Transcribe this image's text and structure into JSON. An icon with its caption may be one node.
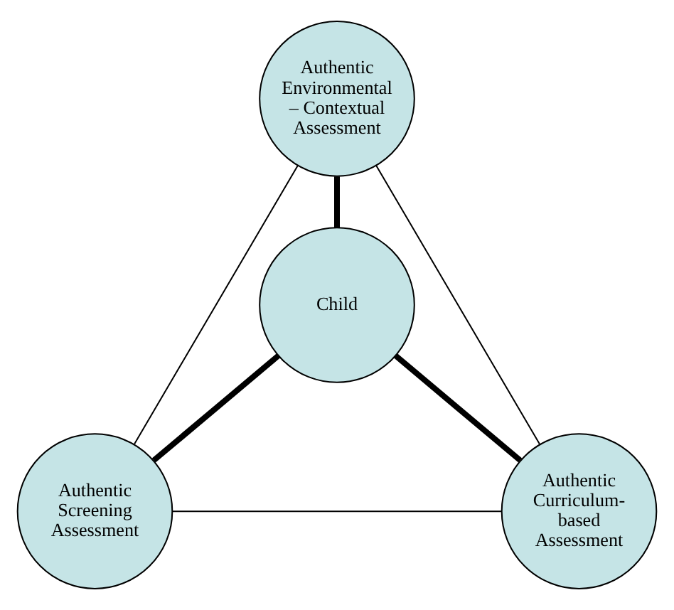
{
  "diagram": {
    "nodes": [
      {
        "text": [
          "Authentic Environmental – Contextual Assessment"
        ]
      },
      {
        "text": [
          "Child"
        ]
      },
      {
        "text": [
          "Authentic Screening Assessment"
        ]
      },
      {
        "text": [
          "Authentic Curriculum-based Assessment"
        ]
      }
    ],
    "edges": [
      {
        "from": 0,
        "to": 1,
        "arrow": "none",
        "style": "thick"
      },
      {
        "from": 1,
        "to": 2,
        "arrow": "none",
        "style": "thick"
      },
      {
        "from": 1,
        "to": 3,
        "arrow": "none",
        "style": "thick"
      },
      {
        "from": 0,
        "to": 2,
        "arrow": "none"
      },
      {
        "from": 0,
        "to": 3,
        "arrow": "none"
      },
      {
        "from": 2,
        "to": 3,
        "arrow": "none"
      }
    ]
  }
}
